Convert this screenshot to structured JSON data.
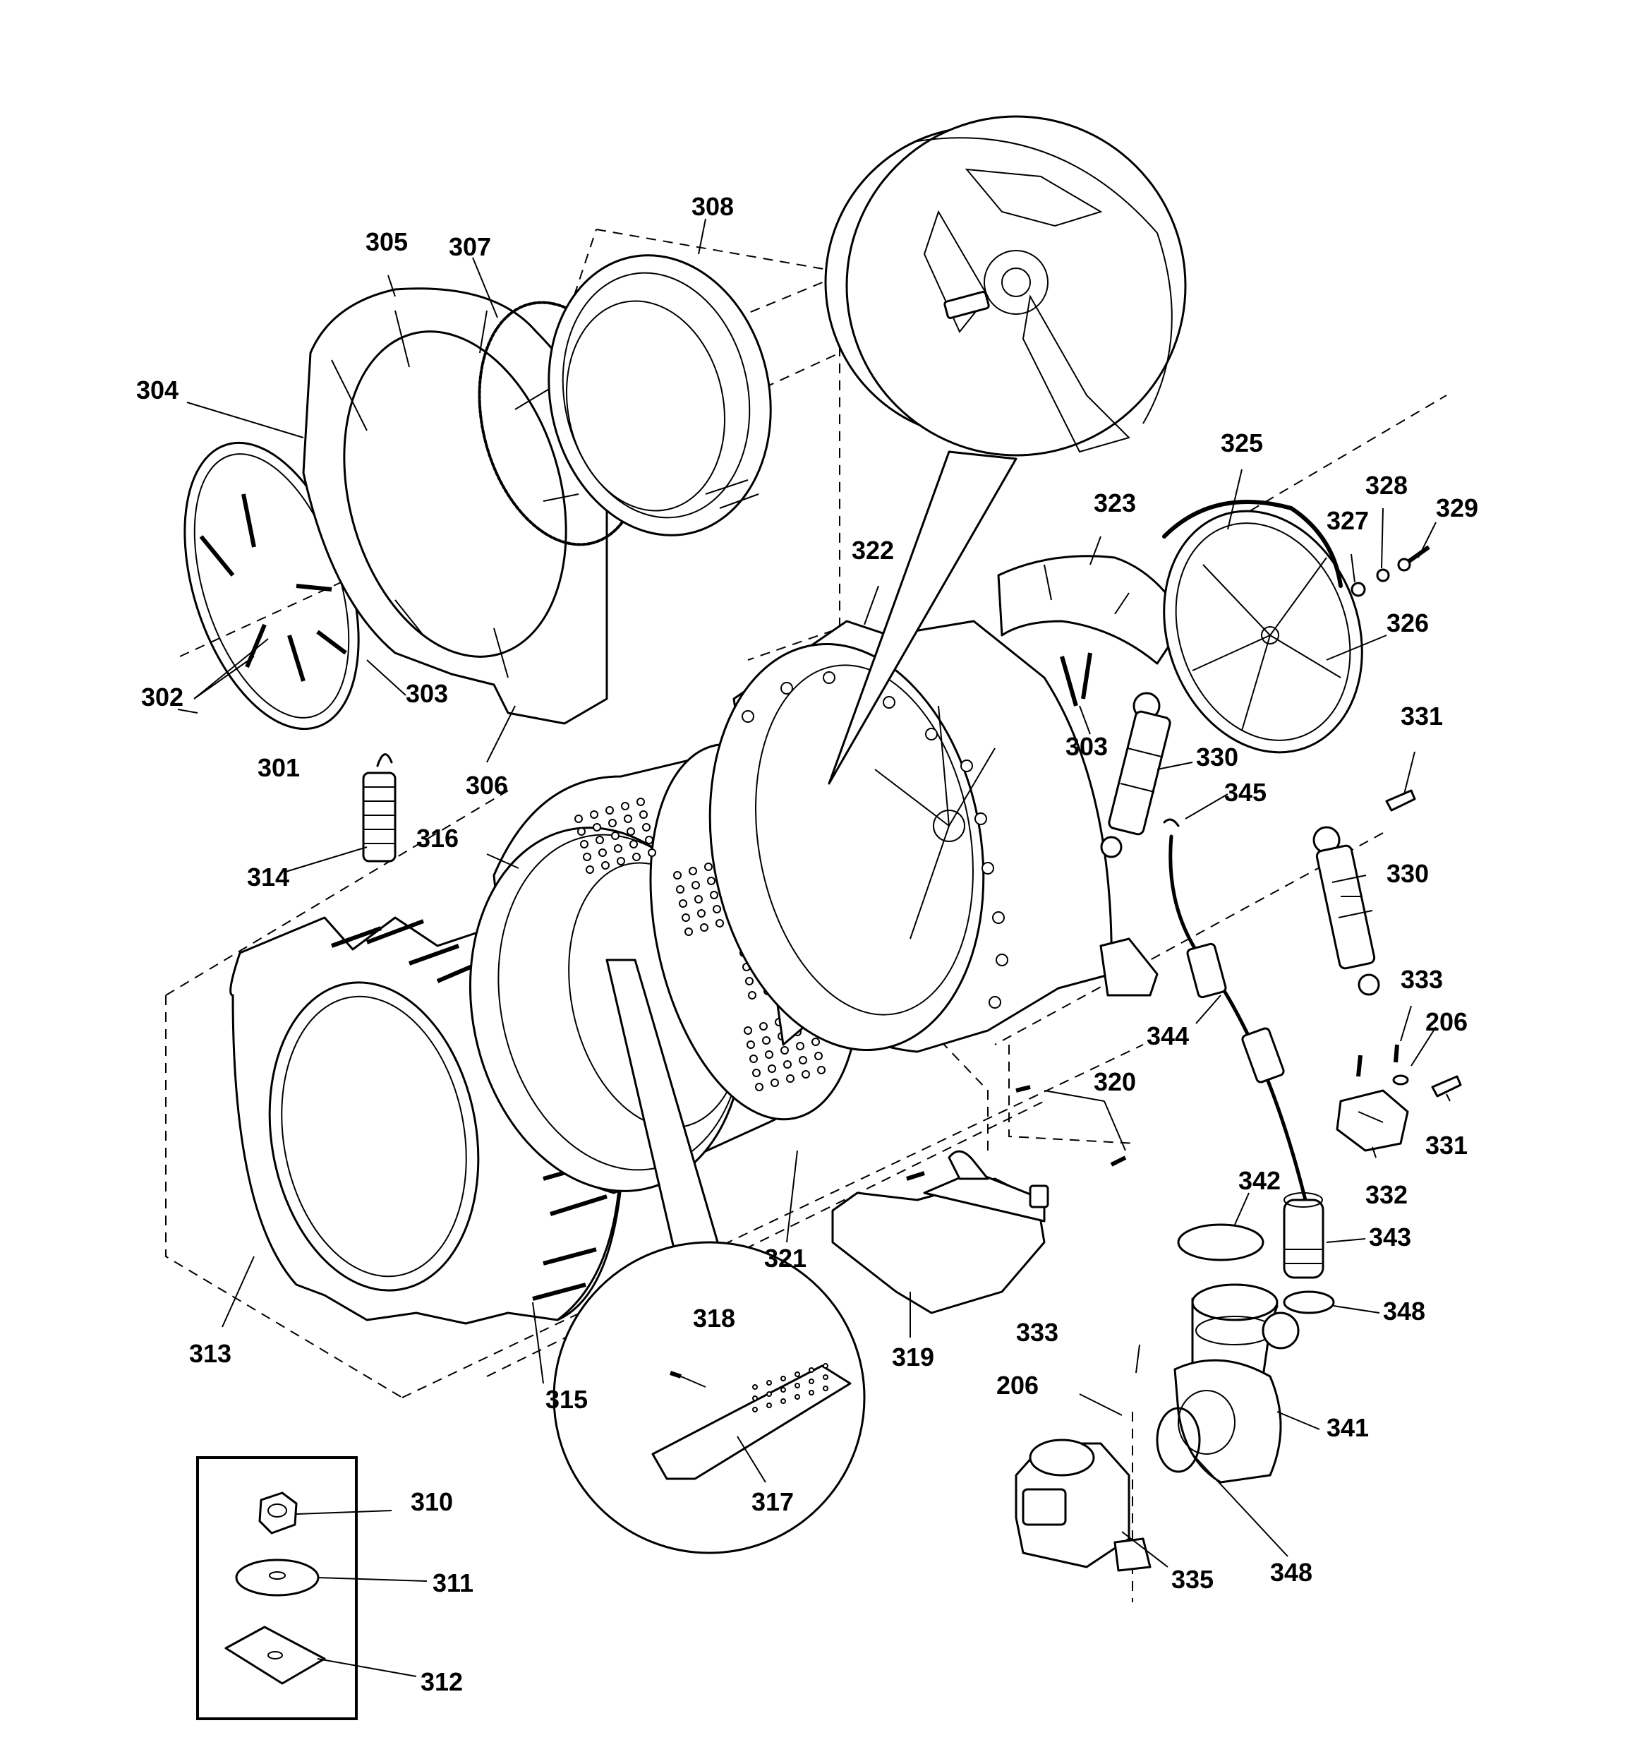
{
  "diagram": {
    "callouts": [
      {
        "id": "c301",
        "text": "301"
      },
      {
        "id": "c302",
        "text": "302"
      },
      {
        "id": "c303a",
        "text": "303"
      },
      {
        "id": "c303b",
        "text": "303"
      },
      {
        "id": "c304",
        "text": "304"
      },
      {
        "id": "c305",
        "text": "305"
      },
      {
        "id": "c306",
        "text": "306"
      },
      {
        "id": "c307",
        "text": "307"
      },
      {
        "id": "c308",
        "text": "308"
      },
      {
        "id": "c310",
        "text": "310"
      },
      {
        "id": "c311",
        "text": "311"
      },
      {
        "id": "c312",
        "text": "312"
      },
      {
        "id": "c313",
        "text": "313"
      },
      {
        "id": "c314",
        "text": "314"
      },
      {
        "id": "c315",
        "text": "315"
      },
      {
        "id": "c316",
        "text": "316"
      },
      {
        "id": "c317",
        "text": "317"
      },
      {
        "id": "c318",
        "text": "318"
      },
      {
        "id": "c319",
        "text": "319"
      },
      {
        "id": "c320",
        "text": "320"
      },
      {
        "id": "c321",
        "text": "321"
      },
      {
        "id": "c322",
        "text": "322"
      },
      {
        "id": "c323",
        "text": "323"
      },
      {
        "id": "c325",
        "text": "325"
      },
      {
        "id": "c326",
        "text": "326"
      },
      {
        "id": "c327",
        "text": "327"
      },
      {
        "id": "c328",
        "text": "328"
      },
      {
        "id": "c329",
        "text": "329"
      },
      {
        "id": "c330a",
        "text": "330"
      },
      {
        "id": "c330b",
        "text": "330"
      },
      {
        "id": "c331a",
        "text": "331"
      },
      {
        "id": "c331b",
        "text": "331"
      },
      {
        "id": "c332",
        "text": "332"
      },
      {
        "id": "c333a",
        "text": "333"
      },
      {
        "id": "c333b",
        "text": "333"
      },
      {
        "id": "c206a",
        "text": "206"
      },
      {
        "id": "c206b",
        "text": "206"
      },
      {
        "id": "c335",
        "text": "335"
      },
      {
        "id": "c341",
        "text": "341"
      },
      {
        "id": "c342",
        "text": "342"
      },
      {
        "id": "c343",
        "text": "343"
      },
      {
        "id": "c344",
        "text": "344"
      },
      {
        "id": "c345",
        "text": "345"
      },
      {
        "id": "c348a",
        "text": "348"
      },
      {
        "id": "c348b",
        "text": "348"
      }
    ]
  }
}
